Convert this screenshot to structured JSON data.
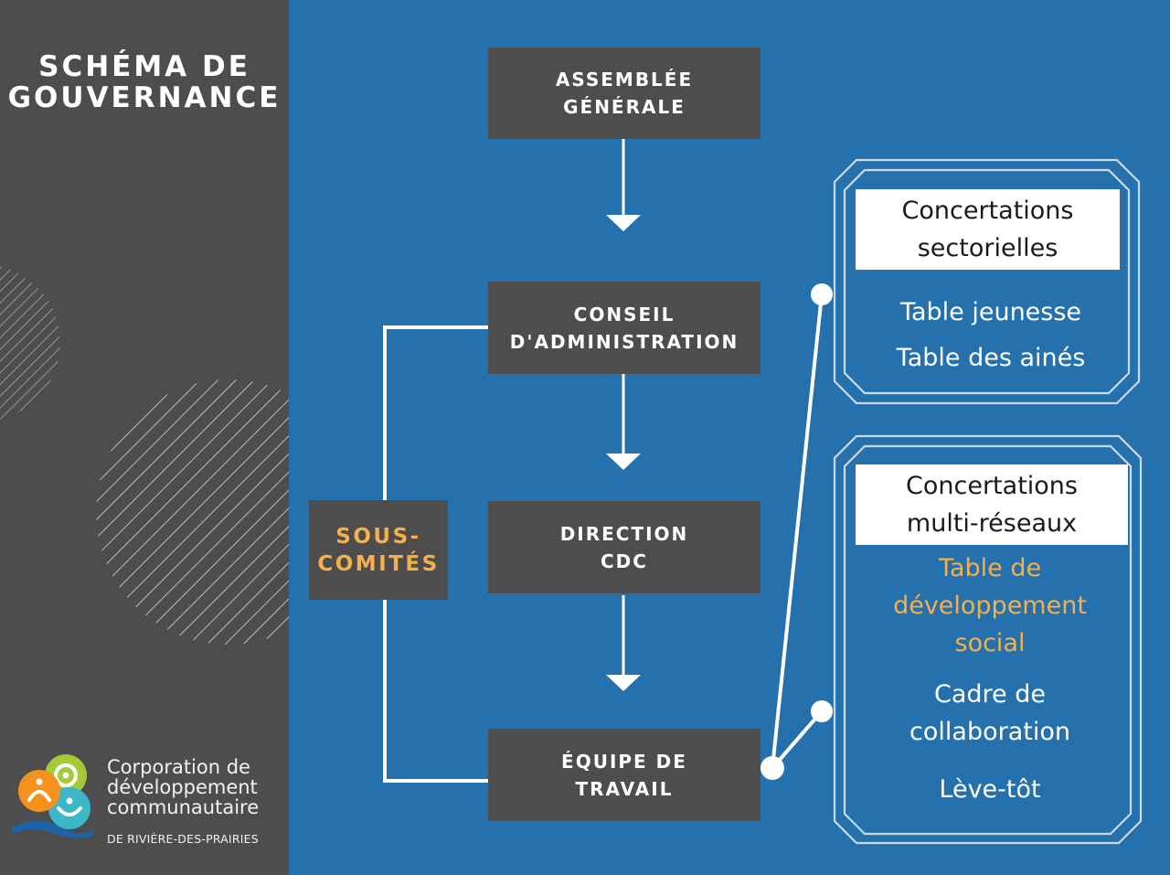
{
  "title": {
    "line1": "SCHÉMA DE",
    "line2": "GOUVERNANCE"
  },
  "logo": {
    "name_line1": "Corporation de",
    "name_line2": "développement",
    "name_line3": "communautaire",
    "subtitle": "DE RIVIÈRE-DES-PRAIRIES",
    "colors": {
      "orange": "#f5921e",
      "green": "#a6c93a",
      "teal": "#3cb6c9",
      "wave": "#1c63a8"
    }
  },
  "hierarchy": {
    "assemblee": {
      "line1": "ASSEMBLÉE",
      "line2": "GÉNÉRALE"
    },
    "conseil": {
      "line1": "CONSEIL",
      "line2": "D'ADMINISTRATION"
    },
    "direction": {
      "line1": "DIRECTION",
      "line2": "CDC"
    },
    "equipe": {
      "line1": "ÉQUIPE DE",
      "line2": "TRAVAIL"
    },
    "sous_comites": {
      "line1": "SOUS-",
      "line2": "COMITÉS"
    }
  },
  "panels": {
    "sectorielles": {
      "header_line1": "Concertations",
      "header_line2": "sectorielles",
      "items": [
        "Table jeunesse",
        "Table des ainés"
      ]
    },
    "multi_reseaux": {
      "header_line1": "Concertations",
      "header_line2": "multi-réseaux",
      "highlight_line1": "Table de",
      "highlight_line2": "développement",
      "highlight_line3": "social",
      "item2_line1": "Cadre de",
      "item2_line2": "collaboration",
      "item3": "Lève-tôt"
    }
  },
  "colors": {
    "background_blue": "#2471ae",
    "panel_dark": "#4d4d4d",
    "accent_orange": "#f4b04c",
    "line_white": "#ffffff"
  }
}
